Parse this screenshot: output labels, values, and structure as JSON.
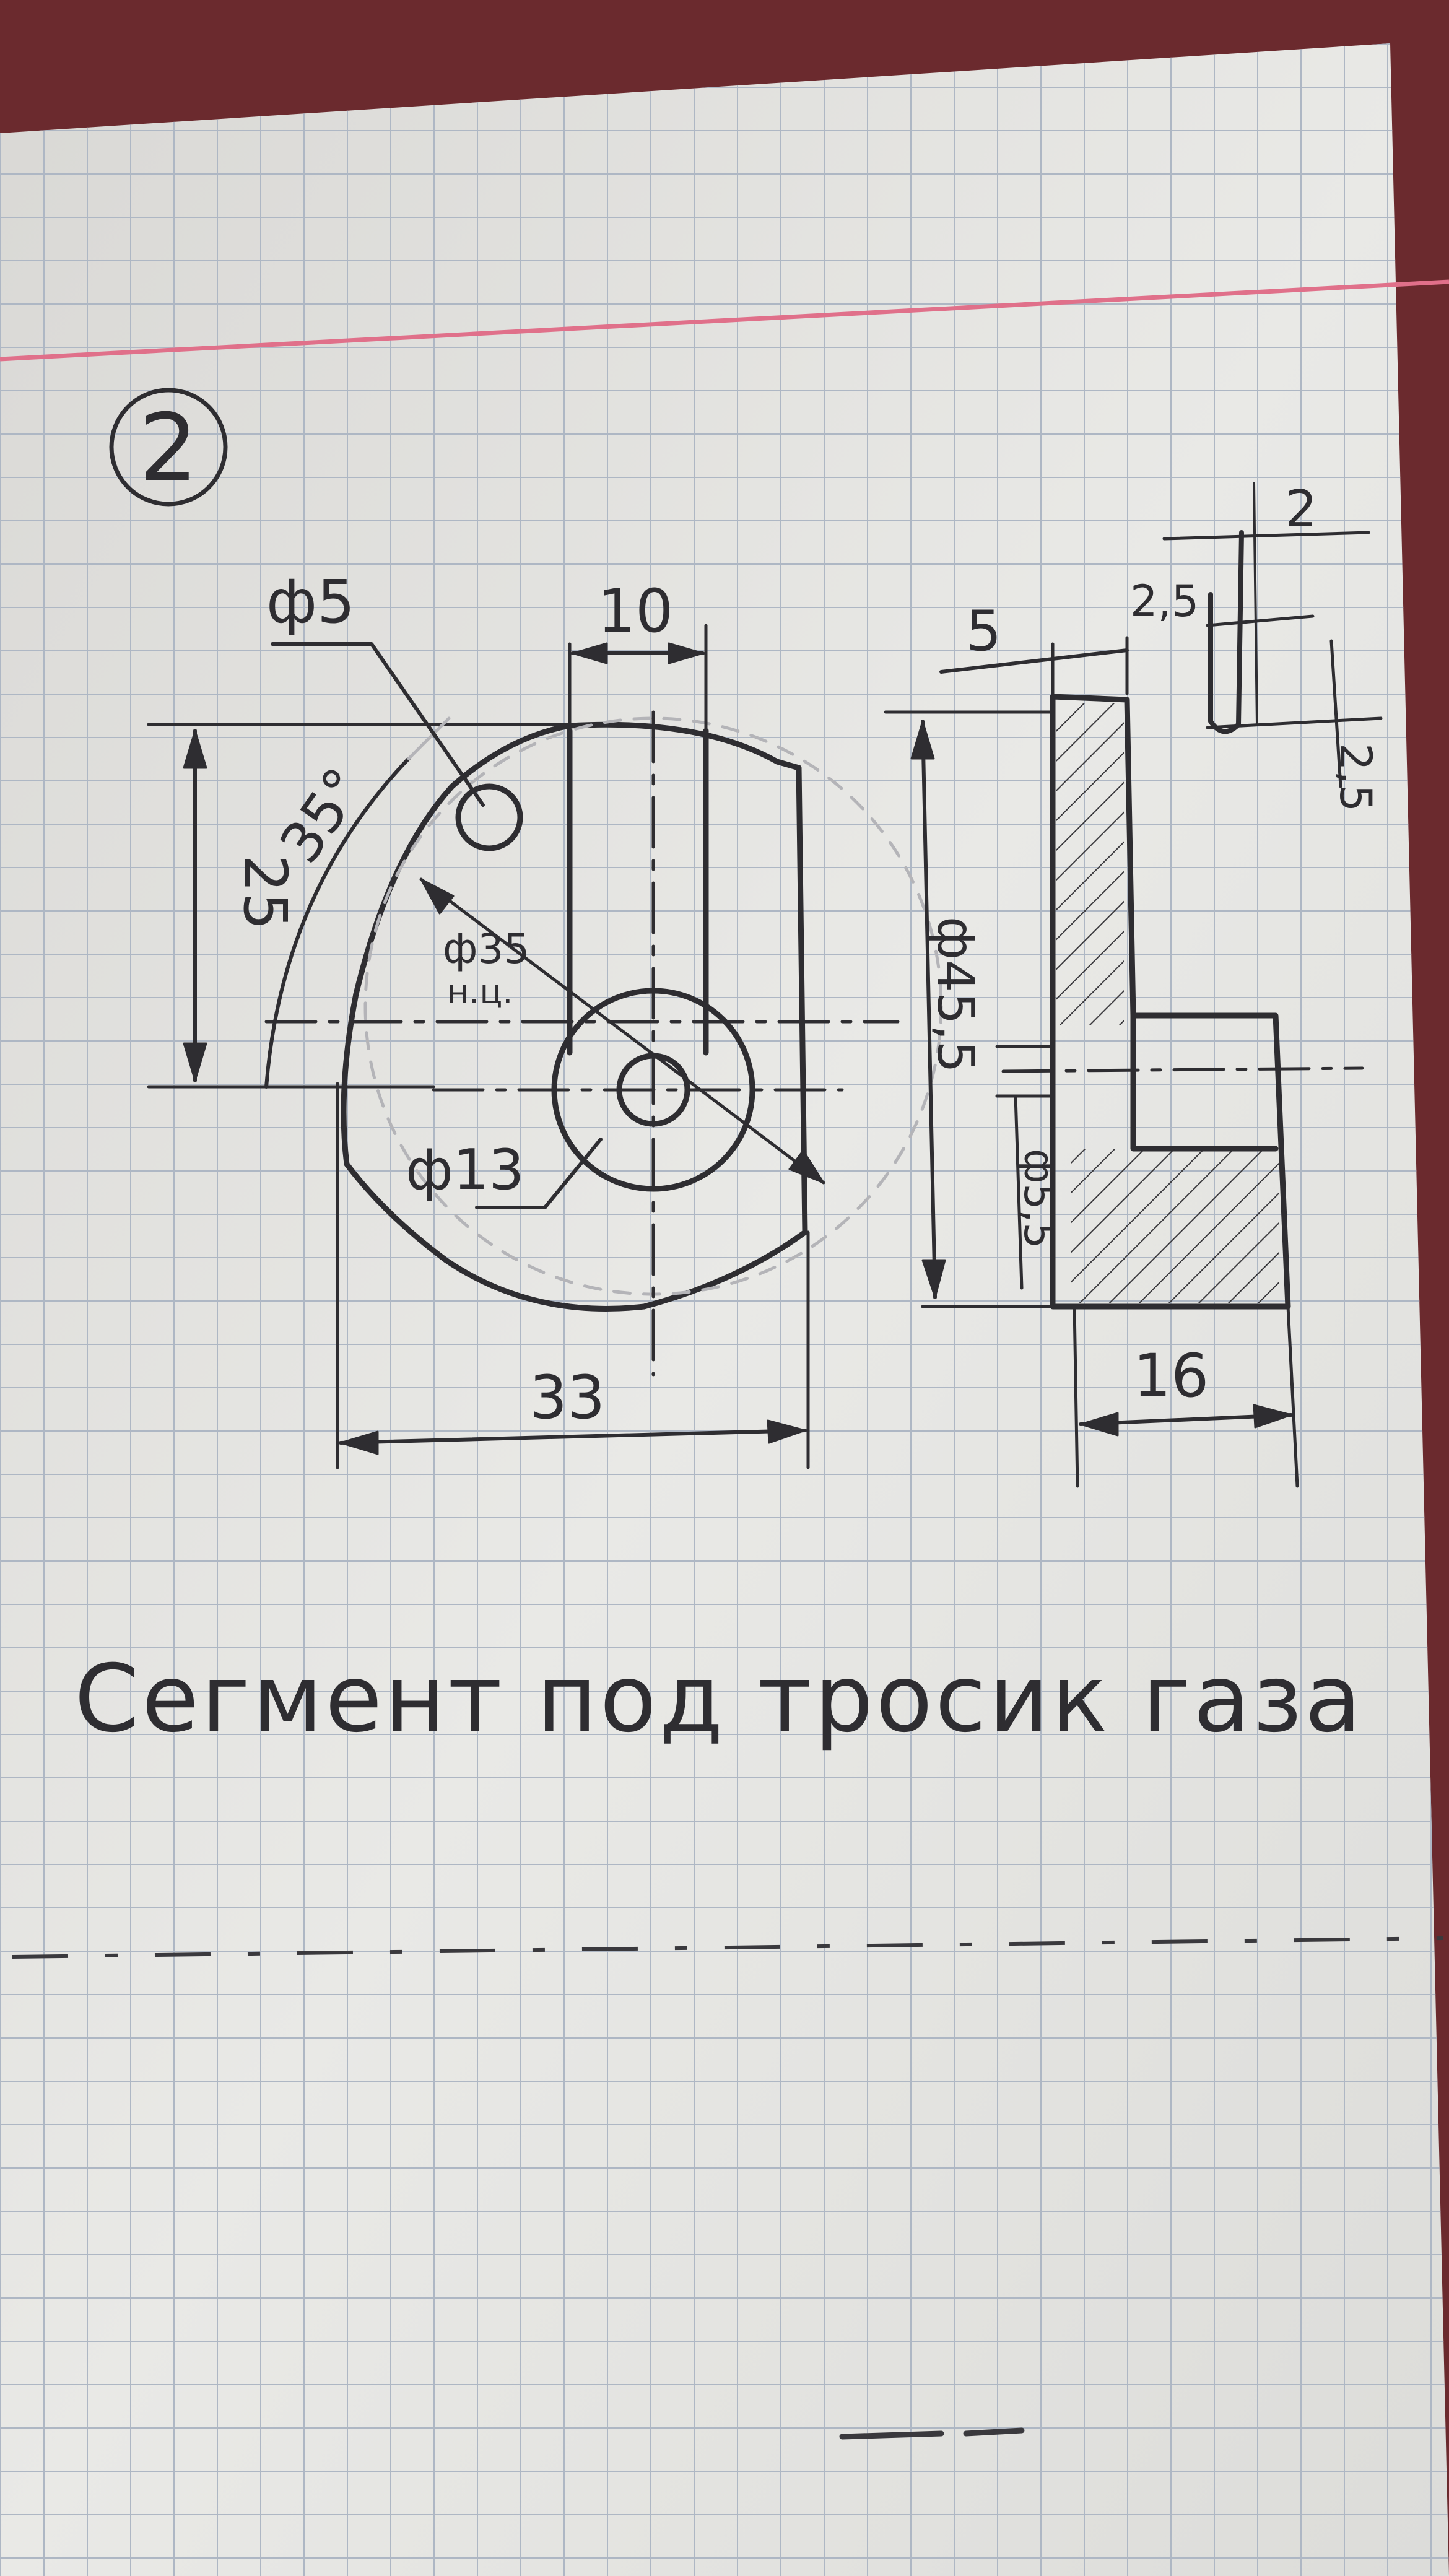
{
  "sheet": {
    "sheet_number": "2",
    "caption": "Сегмент под тросик газа"
  },
  "front_view": {
    "dim_hole_small": "ф5",
    "dim_slot_width": "10",
    "dim_angle": "35°",
    "dim_height": "25",
    "dim_pitch_circle": "ф35",
    "dim_pitch_note": "н.ц.",
    "dim_hub": "ф13",
    "dim_overall_width": "33"
  },
  "side_view": {
    "dim_lip_top": "2",
    "dim_lip_offset": "2,5",
    "dim_lip_depth": "2,5",
    "dim_flange": "5",
    "dim_outer_diameter": "ф45,5",
    "dim_bore": "ф5,5",
    "dim_thickness": "16"
  },
  "colors": {
    "paper": "#e6e6e3",
    "grid": "#aeb7c4",
    "margin_line": "#e0708a",
    "ink": "#2e2d31",
    "pencil": "#b4b4b8",
    "table": "#6b2a2e"
  }
}
